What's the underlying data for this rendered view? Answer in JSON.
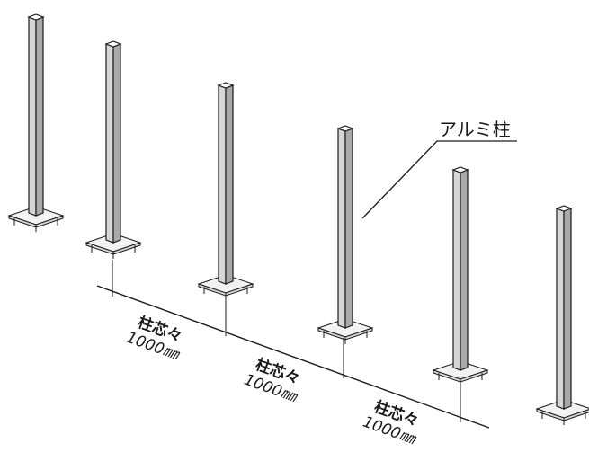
{
  "callout": {
    "label": "アルミ柱"
  },
  "spacing_labels": [
    {
      "line1": "柱芯々",
      "line2": "1000㎜"
    },
    {
      "line1": "柱芯々",
      "line2": "1000㎜"
    },
    {
      "line1": "柱芯々",
      "line2": "1000㎜"
    }
  ],
  "colors": {
    "post_front": "#d6d6d6",
    "post_side": "#a9a9a9",
    "base_plate": "#f2f2f2",
    "line": "#1a1a1a"
  }
}
